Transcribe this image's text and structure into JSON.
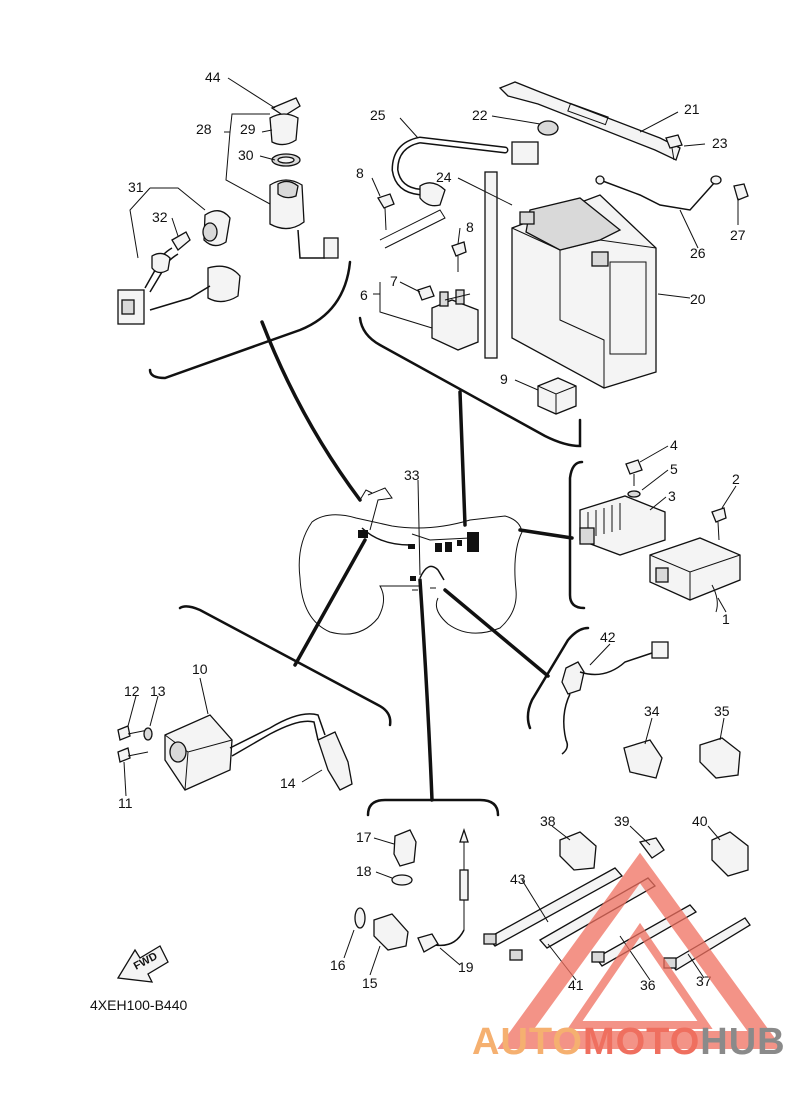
{
  "diagram_code": "4XEH100-B440",
  "fwd_label": "FWD",
  "watermark": {
    "auto": "AUTO",
    "moto": "MOTO",
    "hub": "HUB",
    "color_light": "#f5b070",
    "color_mid": "#ef6f5f",
    "color_dark": "#8a8a8a"
  },
  "labels": {
    "p1": "1",
    "p2": "2",
    "p3": "3",
    "p4": "4",
    "p5": "5",
    "p6": "6",
    "p7": "7",
    "p8a": "8",
    "p8b": "8",
    "p9": "9",
    "p10": "10",
    "p11": "11",
    "p12": "12",
    "p13": "13",
    "p14": "14",
    "p15": "15",
    "p16": "16",
    "p17": "17",
    "p18": "18",
    "p19": "19",
    "p20": "20",
    "p21": "21",
    "p22": "22",
    "p23": "23",
    "p24": "24",
    "p25": "25",
    "p26": "26",
    "p27": "27",
    "p28": "28",
    "p29": "29",
    "p30": "30",
    "p31": "31",
    "p32": "32",
    "p33": "33",
    "p34": "34",
    "p35": "35",
    "p36": "36",
    "p37": "37",
    "p38": "38",
    "p39": "39",
    "p40": "40",
    "p41": "41",
    "p42": "42",
    "p43": "43",
    "p44": "44"
  }
}
